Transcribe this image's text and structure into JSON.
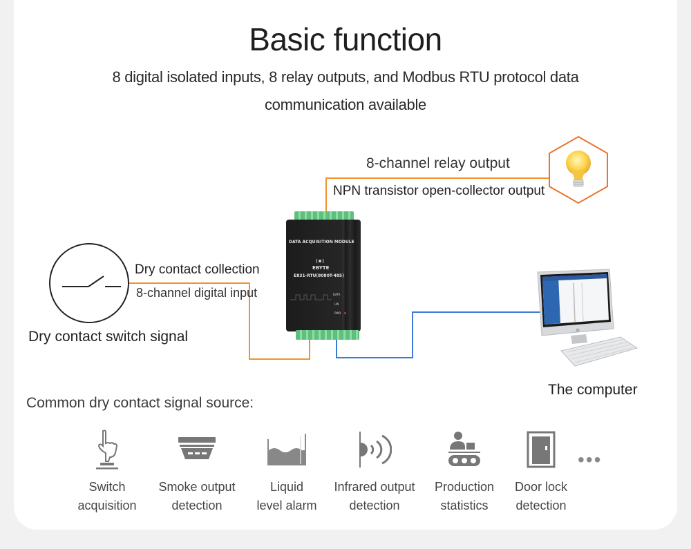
{
  "header": {
    "title": "Basic function",
    "subtitle": "8 digital isolated inputs, 8 relay outputs, and Modbus RTU protocol data communication available"
  },
  "diagram": {
    "relay_label": "8-channel relay output",
    "npn_label": "NPN transistor open-collector output",
    "dry_collection_label": "Dry contact collection",
    "digital_input_label": "8-channel digital input",
    "switch_signal_label": "Dry contact switch signal",
    "computer_label": "The computer",
    "device": {
      "module_title": "DATA ACQUISITION MODULE",
      "brand": "EBYTE",
      "model": "E831-RTU(8080T-485)",
      "leds": [
        "DATA",
        "LIN",
        "PWR"
      ]
    },
    "colors": {
      "input_wire": "#f0912c",
      "output_wire": "#f0912c",
      "comm_wire": "#3a7bd5",
      "hexagon": "#e8762d"
    },
    "icons": {
      "switch": "switch-symbol-icon",
      "output": "light-bulb-icon",
      "host": "computer-icon"
    }
  },
  "sources": {
    "heading": "Common dry contact signal source:",
    "items": [
      {
        "icon": "hand-press-button-icon",
        "line1": "Switch",
        "line2": "acquisition"
      },
      {
        "icon": "smoke-detector-icon",
        "line1": "Smoke output",
        "line2": "detection"
      },
      {
        "icon": "liquid-level-icon",
        "line1": "Liquid",
        "line2": "level alarm"
      },
      {
        "icon": "infrared-sensor-icon",
        "line1": "Infrared output",
        "line2": "detection"
      },
      {
        "icon": "production-line-icon",
        "line1": "Production",
        "line2": "statistics"
      },
      {
        "icon": "door-icon",
        "line1": "Door lock",
        "line2": "detection"
      }
    ],
    "more": "•••"
  }
}
